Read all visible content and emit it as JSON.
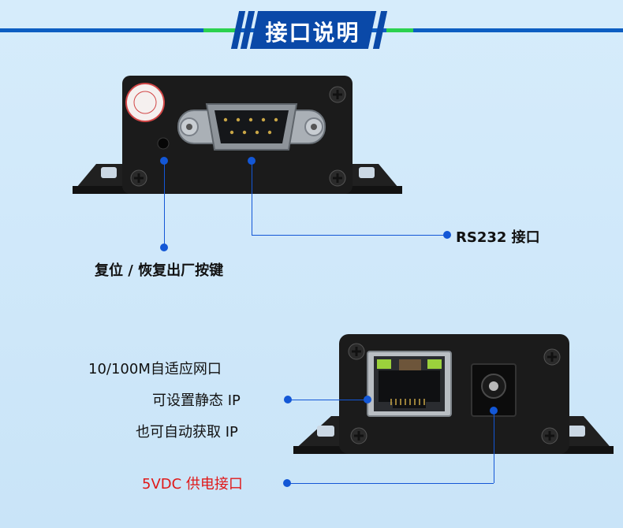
{
  "header": {
    "title": "接口说明"
  },
  "device_top": {
    "reset_label": "复位 / 恢复出厂按键",
    "rs232_label": "RS232 接口"
  },
  "device_bottom": {
    "eth_line1": "10/100M自适应网口",
    "eth_line2": "可设置静态 IP",
    "eth_line3": "也可自动获取 IP",
    "power_label": "5VDC 供电接口"
  },
  "colors": {
    "header_blue": "#0a49a8",
    "accent_green": "#2bd14f",
    "pointer_blue": "#1357d6",
    "power_red": "#e01818"
  }
}
